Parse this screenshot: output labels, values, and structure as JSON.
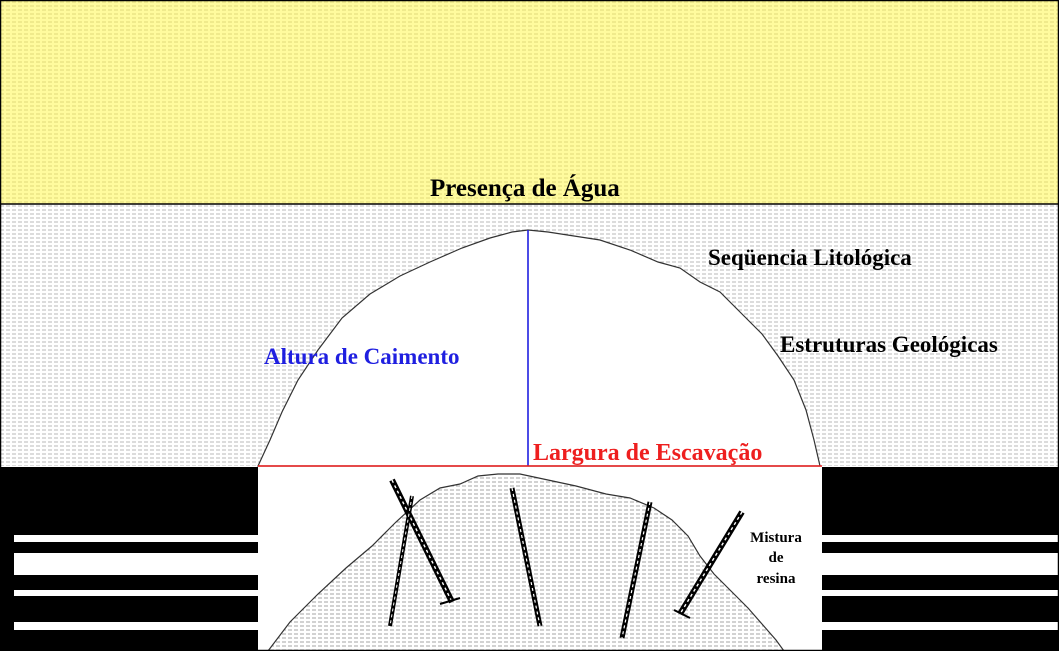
{
  "labels": {
    "water": "Presença de Água",
    "lithology": "Seqüencia Litológica",
    "structures": "Estruturas Geológicas",
    "fall_height": "Altura de Caimento",
    "excavation_width": "Largura de Escavação",
    "resin_line1": "Mistura",
    "resin_line2": "de",
    "resin_line3": "resina"
  },
  "colors": {
    "water_fill": "#fffb9e",
    "rock_fill": "#d9d9d9",
    "height_line": "#1f1fe0",
    "width_line": "#ee1f1f",
    "coal_bands": "#000000"
  }
}
